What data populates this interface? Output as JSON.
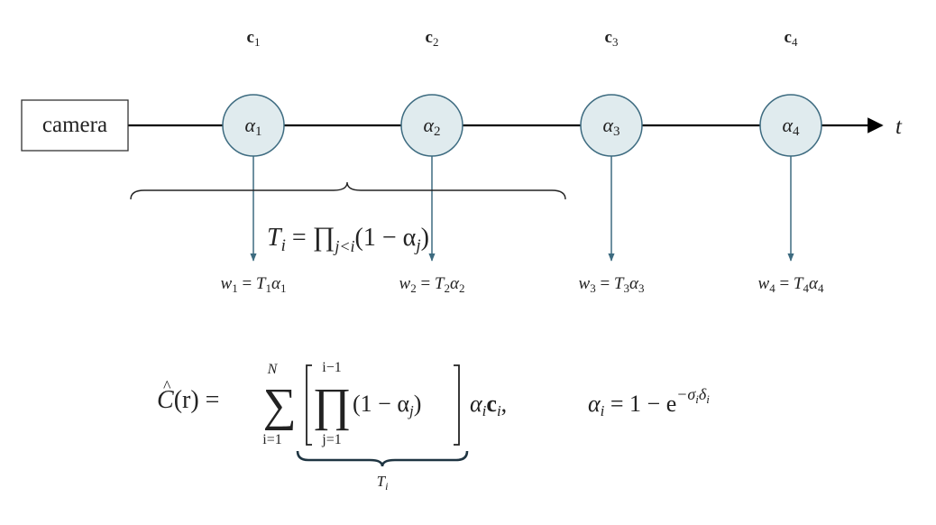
{
  "camera_label": "camera",
  "axis_label": "t",
  "samples": [
    {
      "color": "c",
      "color_sub": "1",
      "alpha": "α",
      "alpha_sub": "1",
      "w": "w",
      "w_sub": "1",
      "T": "T",
      "T_sub": "1"
    },
    {
      "color": "c",
      "color_sub": "2",
      "alpha": "α",
      "alpha_sub": "2",
      "w": "w",
      "w_sub": "2",
      "T": "T",
      "T_sub": "2"
    },
    {
      "color": "c",
      "color_sub": "3",
      "alpha": "α",
      "alpha_sub": "3",
      "w": "w",
      "w_sub": "3",
      "T": "T",
      "T_sub": "3"
    },
    {
      "color": "c",
      "color_sub": "4",
      "alpha": "α",
      "alpha_sub": "4",
      "w": "w",
      "w_sub": "4",
      "T": "T",
      "T_sub": "4"
    }
  ],
  "transmittance": {
    "lhs": "T",
    "lhs_sub": "i",
    "equals": "=",
    "prod": "∏",
    "prod_sub": "j<i",
    "term": "(1 − α",
    "term_sub": "j",
    "close": ")"
  },
  "main_equation": {
    "C": "C",
    "hat": "^",
    "arg": "(r) =",
    "sum": "∑",
    "sum_top": "N",
    "sum_bottom": "i=1",
    "prod": "∏",
    "prod_top": "i−1",
    "prod_bottom": "j=1",
    "term": "(1 − α",
    "term_sub": "j",
    "term_close": ")",
    "tail_alpha": "α",
    "tail_alpha_sub": "i",
    "tail_c": "c",
    "tail_c_sub": "i",
    "tail_comma": ",",
    "brace_label": "T",
    "brace_label_sub": "i"
  },
  "alpha_equation": {
    "lhs": "α",
    "lhs_sub": "i",
    "rhs": "= 1 − e",
    "exp_sigma": "−σ",
    "exp_sigma_sub": "i",
    "exp_delta": "δ",
    "exp_delta_sub": "i"
  },
  "colors": {
    "node_fill": "#e0ebee",
    "node_stroke": "#3d6b80",
    "arrow": "#3d6b80",
    "axis": "#000000",
    "text": "#222222"
  }
}
